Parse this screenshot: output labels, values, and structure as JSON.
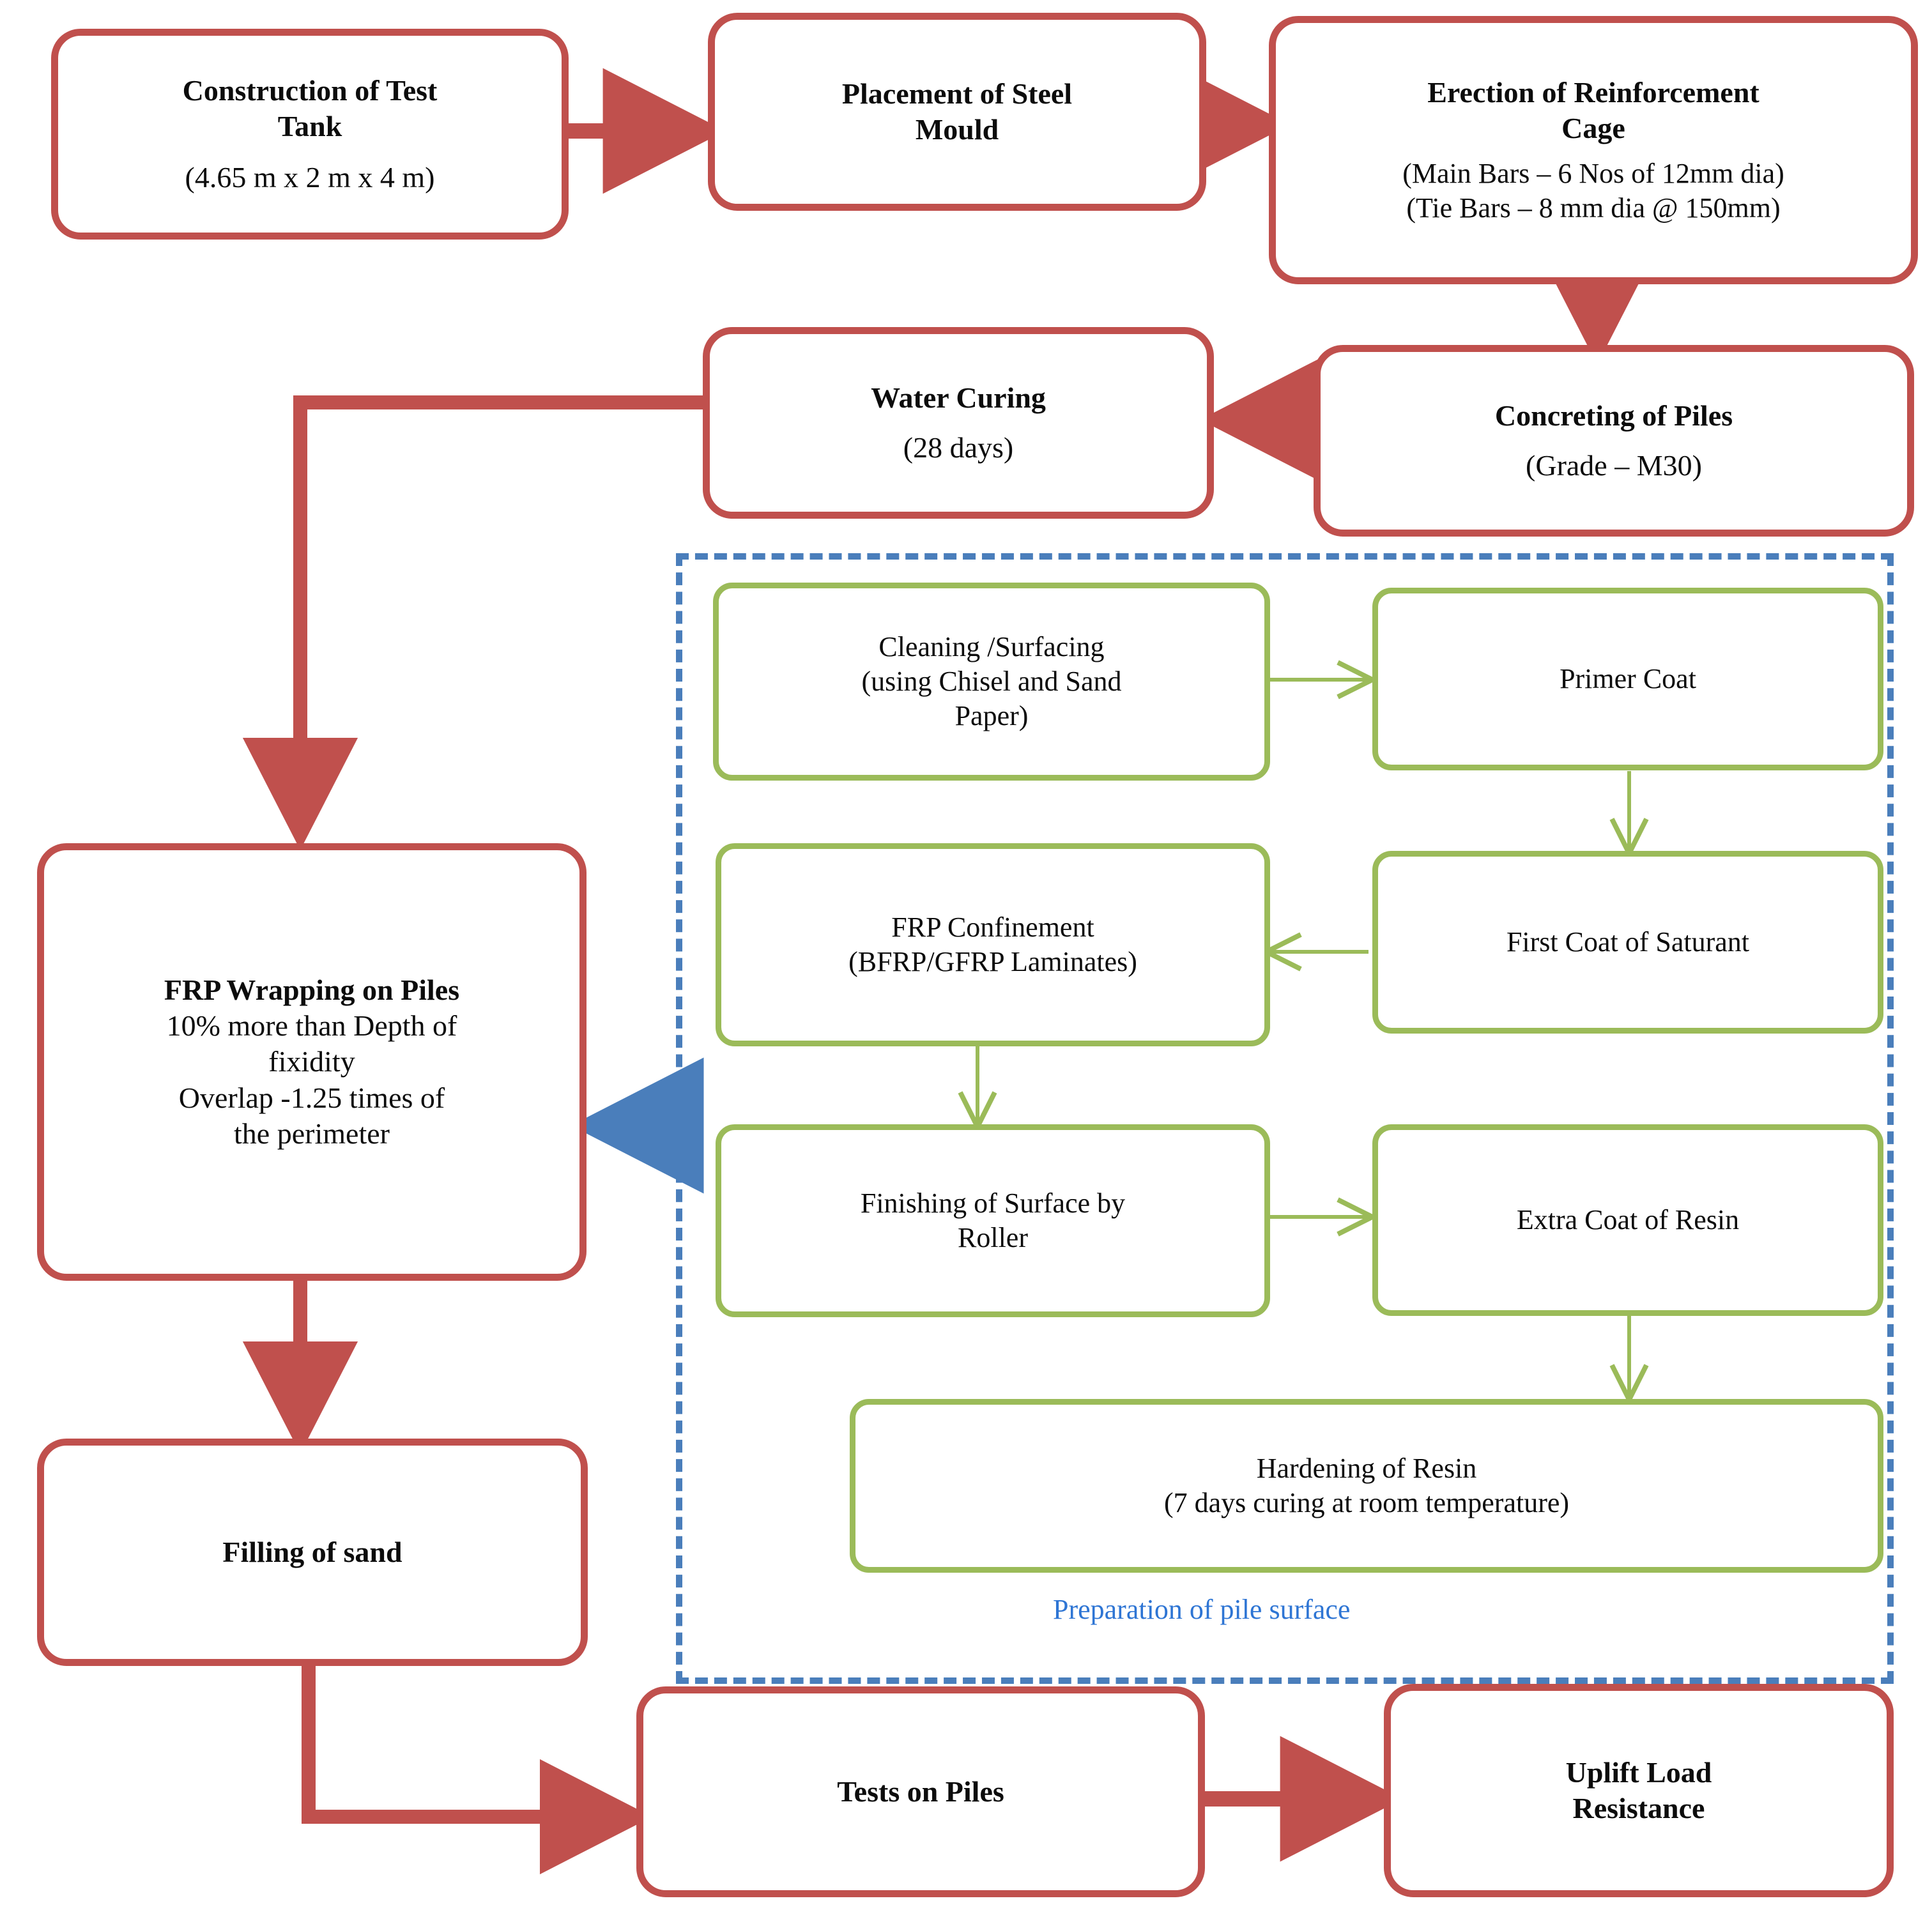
{
  "diagram": {
    "title": "Experimental methodology flowchart for FRP wrapped piles",
    "colors": {
      "red_box_border": "#C0504D",
      "green_box_border": "#9BBB59",
      "blue_dashed_border": "#4A7EBB",
      "blue_arrow": "#4A7EBB",
      "blue_label_text": "#2E75D4",
      "text": "#0C0C0C",
      "background": "#FFFFFF"
    },
    "group": {
      "label": "Preparation of pile surface",
      "border_style": "dashed",
      "border_color": "#4A7EBB"
    },
    "nodes": [
      {
        "id": "construction-of-test-tank",
        "style": "red",
        "lines": [
          {
            "text": "Construction of Test",
            "bold": true
          },
          {
            "text": "Tank",
            "bold": true
          },
          {
            "text": "(4.65 m x 2 m x 4 m)",
            "bold": false
          }
        ]
      },
      {
        "id": "placement-of-steel-mould",
        "style": "red",
        "lines": [
          {
            "text": "Placement of Steel",
            "bold": true
          },
          {
            "text": "Mould",
            "bold": true
          }
        ]
      },
      {
        "id": "erection-of-reinforcement-cage",
        "style": "red",
        "lines": [
          {
            "text": "Erection of Reinforcement",
            "bold": true
          },
          {
            "text": "Cage",
            "bold": true
          },
          {
            "text": "(Main Bars – 6 Nos of 12mm dia)",
            "bold": false
          },
          {
            "text": "(Tie Bars – 8 mm dia @ 150mm)",
            "bold": false
          }
        ]
      },
      {
        "id": "concreting-of-piles",
        "style": "red",
        "lines": [
          {
            "text": "Concreting of Piles",
            "bold": true
          },
          {
            "text": "(Grade – M30)",
            "bold": false
          }
        ]
      },
      {
        "id": "water-curing",
        "style": "red",
        "lines": [
          {
            "text": "Water Curing",
            "bold": true
          },
          {
            "text": "(28 days)",
            "bold": false
          }
        ]
      },
      {
        "id": "frp-wrapping-on-piles",
        "style": "red",
        "lines": [
          {
            "text": "FRP Wrapping on Piles",
            "bold": true
          },
          {
            "text": "10% more than Depth of",
            "bold": false
          },
          {
            "text": "fixidity",
            "bold": false
          },
          {
            "text": "Overlap -1.25 times of",
            "bold": false
          },
          {
            "text": "the perimeter",
            "bold": false
          }
        ]
      },
      {
        "id": "filling-of-sand",
        "style": "red",
        "lines": [
          {
            "text": "Filling of sand",
            "bold": true
          }
        ]
      },
      {
        "id": "tests-on-piles",
        "style": "red",
        "lines": [
          {
            "text": "Tests on Piles",
            "bold": true
          }
        ]
      },
      {
        "id": "uplift-load-resistance",
        "style": "red",
        "lines": [
          {
            "text": "Uplift Load",
            "bold": true
          },
          {
            "text": "Resistance",
            "bold": true
          }
        ]
      },
      {
        "id": "cleaning-surfacing",
        "style": "green",
        "lines": [
          {
            "text": "Cleaning /Surfacing",
            "bold": false
          },
          {
            "text": "(using Chisel and Sand",
            "bold": false
          },
          {
            "text": "Paper)",
            "bold": false
          }
        ]
      },
      {
        "id": "primer-coat",
        "style": "green",
        "lines": [
          {
            "text": "Primer Coat",
            "bold": false
          }
        ]
      },
      {
        "id": "first-coat-of-saturant",
        "style": "green",
        "lines": [
          {
            "text": "First Coat of Saturant",
            "bold": false
          }
        ]
      },
      {
        "id": "frp-confinement",
        "style": "green",
        "lines": [
          {
            "text": "FRP Confinement",
            "bold": false
          },
          {
            "text": "(BFRP/GFRP Laminates)",
            "bold": false
          }
        ]
      },
      {
        "id": "finishing-of-surface-by-roller",
        "style": "green",
        "lines": [
          {
            "text": "Finishing of Surface by",
            "bold": false
          },
          {
            "text": "Roller",
            "bold": false
          }
        ]
      },
      {
        "id": "extra-coat-of-resin",
        "style": "green",
        "lines": [
          {
            "text": "Extra Coat of Resin",
            "bold": false
          }
        ]
      },
      {
        "id": "hardening-of-resin",
        "style": "green",
        "lines": [
          {
            "text": "Hardening of Resin",
            "bold": false
          },
          {
            "text": "(7 days curing at room temperature)",
            "bold": false
          }
        ]
      }
    ],
    "edges": [
      {
        "from": "construction-of-test-tank",
        "to": "placement-of-steel-mould",
        "color": "#C0504D"
      },
      {
        "from": "placement-of-steel-mould",
        "to": "erection-of-reinforcement-cage",
        "color": "#C0504D"
      },
      {
        "from": "erection-of-reinforcement-cage",
        "to": "concreting-of-piles",
        "color": "#C0504D"
      },
      {
        "from": "concreting-of-piles",
        "to": "water-curing",
        "color": "#C0504D"
      },
      {
        "from": "water-curing",
        "to": "frp-wrapping-on-piles",
        "color": "#C0504D"
      },
      {
        "from": "frp-wrapping-on-piles",
        "to": "filling-of-sand",
        "color": "#C0504D"
      },
      {
        "from": "filling-of-sand",
        "to": "tests-on-piles",
        "color": "#C0504D"
      },
      {
        "from": "tests-on-piles",
        "to": "uplift-load-resistance",
        "color": "#C0504D"
      },
      {
        "from": "cleaning-surfacing",
        "to": "primer-coat",
        "color": "#9BBB59"
      },
      {
        "from": "primer-coat",
        "to": "first-coat-of-saturant",
        "color": "#9BBB59"
      },
      {
        "from": "first-coat-of-saturant",
        "to": "frp-confinement",
        "color": "#9BBB59"
      },
      {
        "from": "frp-confinement",
        "to": "finishing-of-surface-by-roller",
        "color": "#9BBB59"
      },
      {
        "from": "finishing-of-surface-by-roller",
        "to": "extra-coat-of-resin",
        "color": "#9BBB59"
      },
      {
        "from": "extra-coat-of-resin",
        "to": "hardening-of-resin",
        "color": "#9BBB59"
      },
      {
        "from": "preparation-of-pile-surface-group",
        "to": "frp-wrapping-on-piles",
        "color": "#4A7EBB"
      }
    ]
  }
}
